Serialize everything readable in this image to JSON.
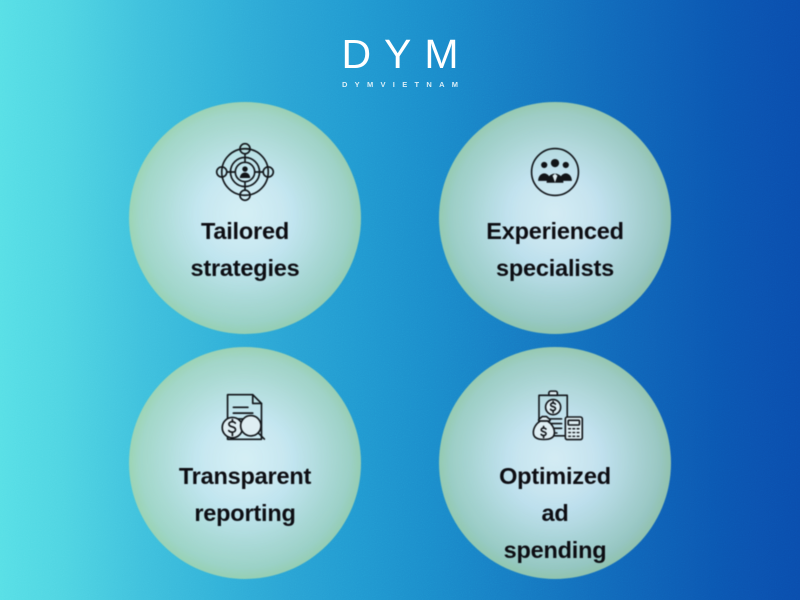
{
  "brand": {
    "logo_main": "DYM",
    "logo_sub": "DYMVIETNAM",
    "logo_color": "#ffffff"
  },
  "theme": {
    "gradient_start": "#57dfe6",
    "gradient_end": "#0a4dad",
    "bubble_rim": "#a8d474",
    "bubble_core": "#def2f6",
    "label_color": "#0d0d12"
  },
  "features": [
    {
      "id": "tailored-strategies",
      "icon": "target-person-icon",
      "label": "Tailored strategies"
    },
    {
      "id": "experienced-specialists",
      "icon": "team-group-icon",
      "label": "Experienced specialists"
    },
    {
      "id": "transparent-reporting",
      "icon": "document-dollar-magnifier-icon",
      "label": "Transparent reporting"
    },
    {
      "id": "optimized-ad-spending",
      "icon": "clipboard-moneybag-calculator-icon",
      "label": "Optimized ad spending"
    }
  ]
}
